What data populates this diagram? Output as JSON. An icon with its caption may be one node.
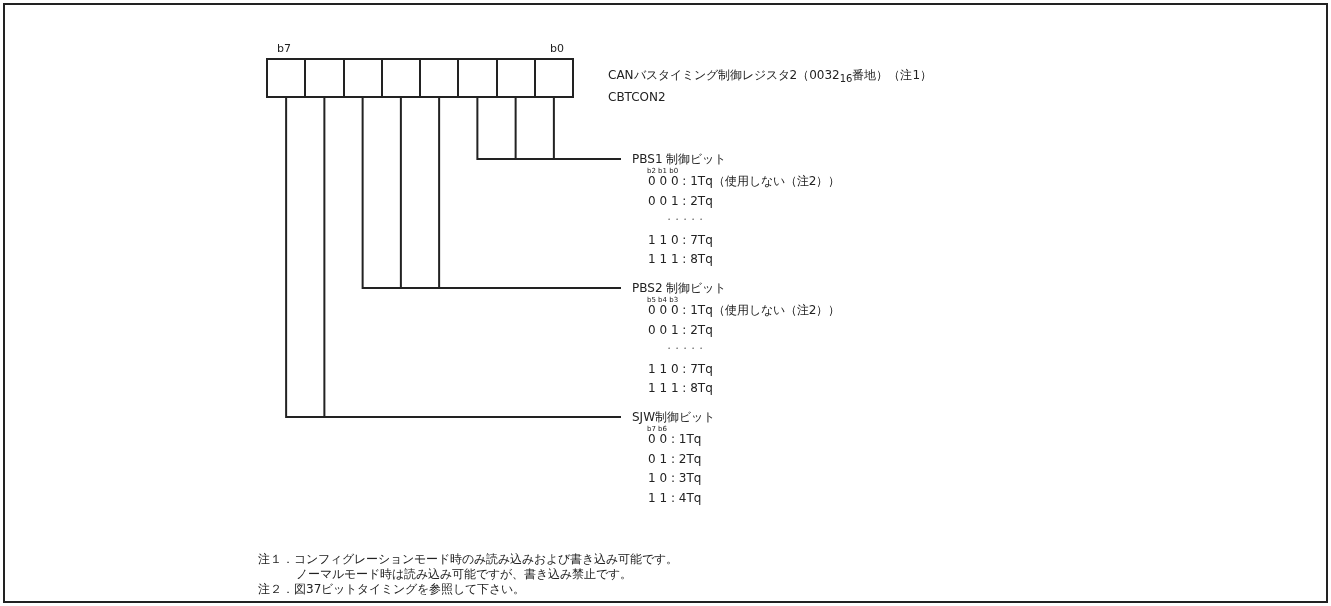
{
  "diagram": {
    "nodes": [
      {
        "text": [],
        "shape": "box"
      },
      {
        "text": [],
        "shape": "box"
      },
      {
        "text": [],
        "shape": "box"
      },
      {
        "text": [],
        "shape": "box"
      },
      {
        "text": [],
        "shape": "box"
      },
      {
        "text": [],
        "shape": "box"
      },
      {
        "text": [],
        "shape": "box"
      },
      {
        "text": [],
        "shape": "box"
      },
      {
        "text": [
          "PBS1 制御ビット"
        ],
        "beside": [
          "b2 b1 b0",
          "0 0 0 : 1Tq（使用しない（注2））",
          "0 0 1 : 2Tq",
          "・・・・・",
          "1 1 0 : 7Tq",
          "1 1 1 : 8Tq"
        ]
      },
      {
        "text": [
          "PBS2 制御ビット"
        ],
        "beside": [
          "b5 b4 b3",
          "0 0 0 : 1Tq（使用しない（注2））",
          "0 0 1 : 2Tq",
          "・・・・・",
          "1 1 0 : 7Tq",
          "1 1 1 : 8Tq"
        ]
      },
      {
        "text": [
          "SJW制御ビット"
        ],
        "beside": [
          "b7 b6",
          "0 0 : 1Tq",
          "0 1 : 2Tq",
          "1 0 : 3Tq",
          "1 1 : 4Tq"
        ]
      }
    ],
    "edges": [
      {
        "from": 5,
        "to": 8,
        "arrow": "none"
      },
      {
        "from": 6,
        "to": 8,
        "arrow": "none"
      },
      {
        "from": 7,
        "to": 8,
        "arrow": "none"
      },
      {
        "from": 2,
        "to": 9,
        "arrow": "none"
      },
      {
        "from": 3,
        "to": 9,
        "arrow": "none"
      },
      {
        "from": 4,
        "to": 9,
        "arrow": "none"
      },
      {
        "from": 0,
        "to": 10,
        "arrow": "none"
      },
      {
        "from": 1,
        "to": 10,
        "arrow": "none"
      }
    ],
    "labels": [
      "b7",
      "b0",
      "CANバスタイミング制御レジスタ2（0032$_{16}$番地）（注1）",
      "CBTCON2",
      "注１．コンフィグレーションモード時のみ読み込みおよび書き込み可能です。",
      "ノーマルモード時は読み込み可能ですが、書き込み禁止です。",
      "注２．図37ビットタイミングを参照して下さい。"
    ]
  }
}
